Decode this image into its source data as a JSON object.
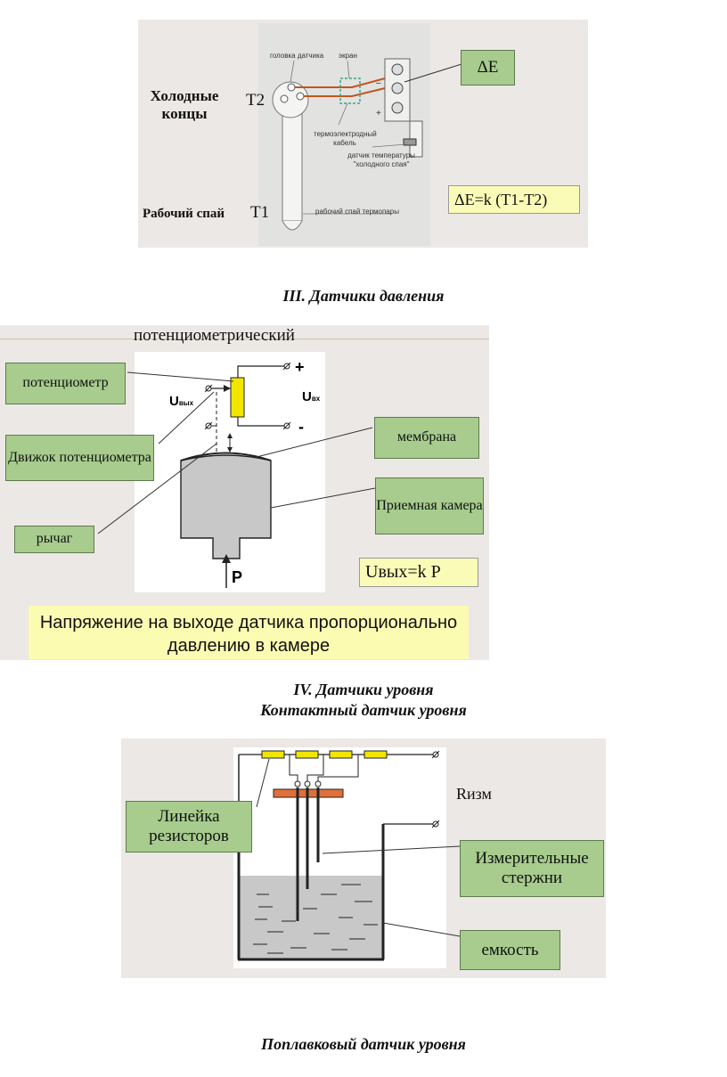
{
  "thermo": {
    "cold_ends": "Холодные концы",
    "t2": "T2",
    "working_junction": "Рабочий спай",
    "t1": "T1",
    "photo_labels": {
      "sensor_head": "головка датчика",
      "screen": "экран",
      "plus": "+",
      "minus": "–",
      "cable": "термоэлектродный кабель",
      "cold_junction_sensor": "датчик температуры \"холодного спая\"",
      "thermocouple_junction": "рабочий спай термопары"
    },
    "delta_e": "ΔE",
    "formula": "ΔE=k (T1-T2)"
  },
  "section3_title": "III. Датчики давления",
  "pressure": {
    "subtitle": "потенциометрический",
    "potentiometer": "потенциометр",
    "wiper": "Движок потенциометра",
    "lever": "рычаг",
    "membrane": "мембрана",
    "chamber": "Приемная камера",
    "formula": "Uвых=k P",
    "u_out": "U",
    "u_out_sub": "вых",
    "u_in": "U",
    "u_in_sub": "вх",
    "plus": "+",
    "minus": "-",
    "p_label": "P",
    "note": "Напряжение на выходе датчика пропорционально давлению в камере"
  },
  "section4_title": "IV. Датчики уровня",
  "section4_subtitle": "Контактный датчик уровня",
  "level": {
    "resistor_line": "Линейка резисторов",
    "rods": "Измерительные стержни",
    "vessel": "емкость",
    "r_meas": "Rизм"
  },
  "float_title": "Поплавковый датчик уровня",
  "colors": {
    "slide_bg": "#ece8e5",
    "green_box": "#a7cc8d",
    "yellow_box": "#fbfbb8",
    "resistor": "#f2e600",
    "flange": "#e0703a",
    "liquid": "#c8c8c8"
  }
}
